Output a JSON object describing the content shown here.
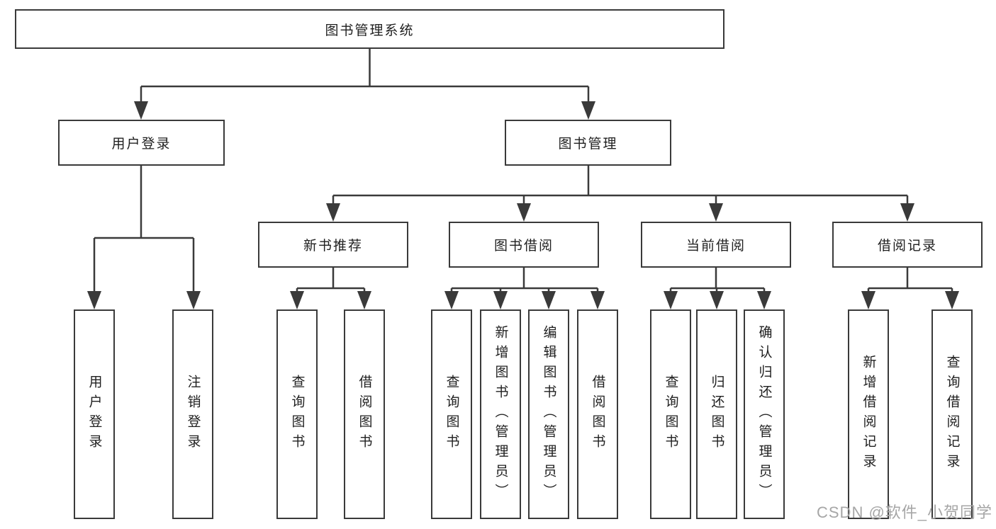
{
  "tree": {
    "label": "图书管理系统",
    "children": [
      {
        "label": "用户登录",
        "children": [
          {
            "label": "用户登录"
          },
          {
            "label": "注销登录"
          }
        ]
      },
      {
        "label": "图书管理",
        "children": [
          {
            "label": "新书推荐",
            "children": [
              {
                "label": "查询图书"
              },
              {
                "label": "借阅图书"
              }
            ]
          },
          {
            "label": "图书借阅",
            "children": [
              {
                "label": "查询图书"
              },
              {
                "label": "新增图书（管理员）"
              },
              {
                "label": "编辑图书（管理员）"
              },
              {
                "label": "借阅图书"
              }
            ]
          },
          {
            "label": "当前借阅",
            "children": [
              {
                "label": "查询图书"
              },
              {
                "label": "归还图书"
              },
              {
                "label": "确认归还（管理员）"
              }
            ]
          },
          {
            "label": "借阅记录",
            "children": [
              {
                "label": "新增借阅记录"
              },
              {
                "label": "查询借阅记录"
              }
            ]
          }
        ]
      }
    ]
  },
  "watermark": "CSDN @软件_小贺同学",
  "colors": {
    "line": "#3a3a3a",
    "border": "#3a3a3a",
    "background": "#ffffff",
    "text": "#1f1f1f",
    "watermark": "#a6a6a6"
  }
}
